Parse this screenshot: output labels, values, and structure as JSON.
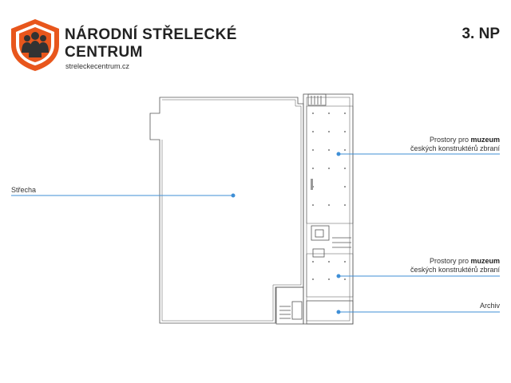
{
  "header": {
    "brand_line1": "NÁRODNÍ STŘELECKÉ",
    "brand_line2": "CENTRUM",
    "url": "streleckecentrum.cz",
    "floor": "3. NP"
  },
  "callouts": {
    "roof": {
      "label": "Střecha"
    },
    "museum_upper": {
      "line1_prefix": "Prostory pro ",
      "line1_bold": "muzeum",
      "line2": "českých konstruktérů zbraní"
    },
    "museum_lower": {
      "line1_prefix": "Prostory pro ",
      "line1_bold": "muzeum",
      "line2": "českých konstruktérů zbraní"
    },
    "archive": {
      "label": "Archiv"
    }
  },
  "colors": {
    "logo_orange": "#e8561c",
    "logo_dark": "#333333",
    "leader_line": "#3f8fd6",
    "plan_line": "#555555"
  }
}
